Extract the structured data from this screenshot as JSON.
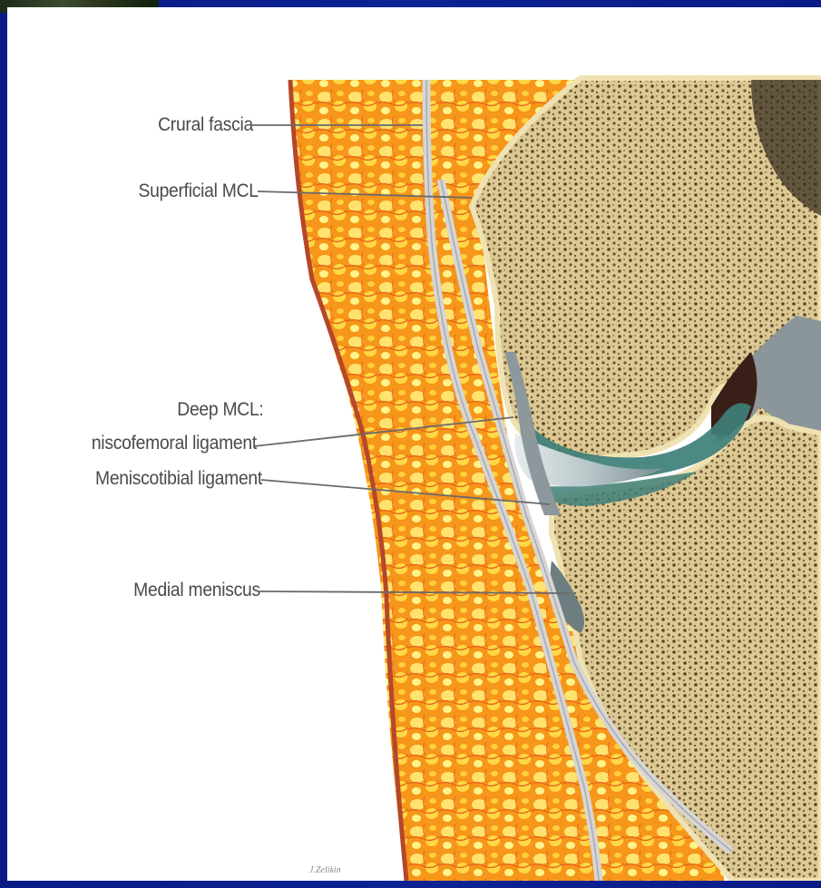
{
  "figure": {
    "labels": {
      "crural_fascia": "Crural fascia",
      "superficial_mcl": "Superficial MCL",
      "deep_mcl": "Deep MCL:",
      "meniscofemoral": "niscofemoral ligament",
      "meniscotibial": "Meniscotibial ligament",
      "medial_meniscus": "Medial meniscus"
    },
    "signature": "J.Zelikin"
  },
  "colors": {
    "slide_background": "#0b1f8a",
    "fat_layer": "#f7a21b",
    "bone": "#d8c48f",
    "skin_border": "#b5472b",
    "fascia_band": "#d9d9d9",
    "cartilage": "#3f7f7a",
    "meniscus": "#6f7e80",
    "ligament": "#9aa7aa",
    "leader_line": "#6a6a6a"
  }
}
